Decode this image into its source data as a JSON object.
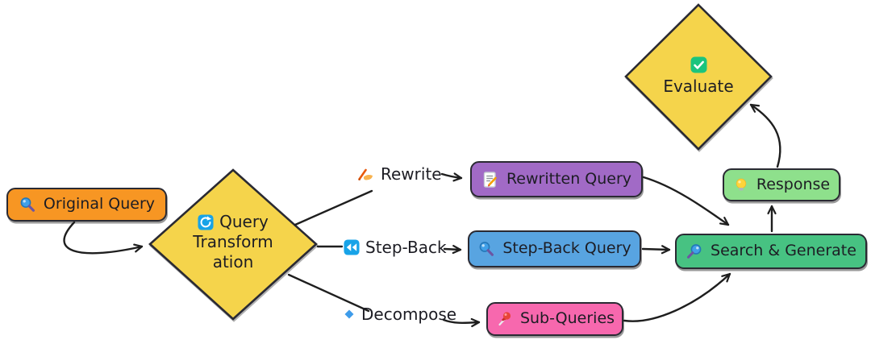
{
  "diagram": {
    "background": "#ffffff",
    "stroke_color": "#1e1e1e",
    "text_color": "#1d1d24",
    "nodes": {
      "original_query": {
        "label": "Original Query",
        "icon": "magnifying-glass",
        "fill": "#F79623",
        "shape": "rounded-rect"
      },
      "query_transformation": {
        "label": "Query Transformation",
        "label_lines": [
          "Query",
          "Transform",
          "ation"
        ],
        "icon": "refresh-arrows",
        "fill": "#F5D44B",
        "shape": "diamond"
      },
      "rewritten_query": {
        "label": "Rewritten Query",
        "icon": "memo-pencil",
        "fill": "#A16AC6",
        "shape": "rounded-rect"
      },
      "step_back_query": {
        "label": "Step-Back Query",
        "icon": "magnifying-glass",
        "fill": "#58A4E1",
        "shape": "rounded-rect"
      },
      "sub_queries": {
        "label": "Sub-Queries",
        "icon": "pushpin",
        "fill": "#F768AE",
        "shape": "rounded-rect"
      },
      "search_and_generate": {
        "label": "Search & Generate",
        "icon": "magnifying-glass",
        "fill": "#47C282",
        "shape": "rounded-rect"
      },
      "response": {
        "label": "Response",
        "icon": "light-bulb",
        "fill": "#8EE08C",
        "shape": "rounded-rect"
      },
      "evaluate": {
        "label": "Evaluate",
        "icon": "check-mark",
        "fill": "#F5D44B",
        "shape": "diamond"
      }
    },
    "branch_labels": {
      "rewrite": {
        "label": "Rewrite",
        "icon": "writing-hand"
      },
      "step_back": {
        "label": "Step-Back",
        "icon": "rewind"
      },
      "decompose": {
        "label": "Decompose",
        "icon": "small-blue-diamond"
      }
    },
    "edges": [
      {
        "from": "original_query",
        "to": "query_transformation"
      },
      {
        "from": "query_transformation",
        "to": "rewritten_query",
        "label": "Rewrite"
      },
      {
        "from": "query_transformation",
        "to": "step_back_query",
        "label": "Step-Back"
      },
      {
        "from": "query_transformation",
        "to": "sub_queries",
        "label": "Decompose"
      },
      {
        "from": "rewritten_query",
        "to": "search_and_generate"
      },
      {
        "from": "step_back_query",
        "to": "search_and_generate"
      },
      {
        "from": "sub_queries",
        "to": "search_and_generate"
      },
      {
        "from": "search_and_generate",
        "to": "response"
      },
      {
        "from": "response",
        "to": "evaluate"
      }
    ]
  }
}
